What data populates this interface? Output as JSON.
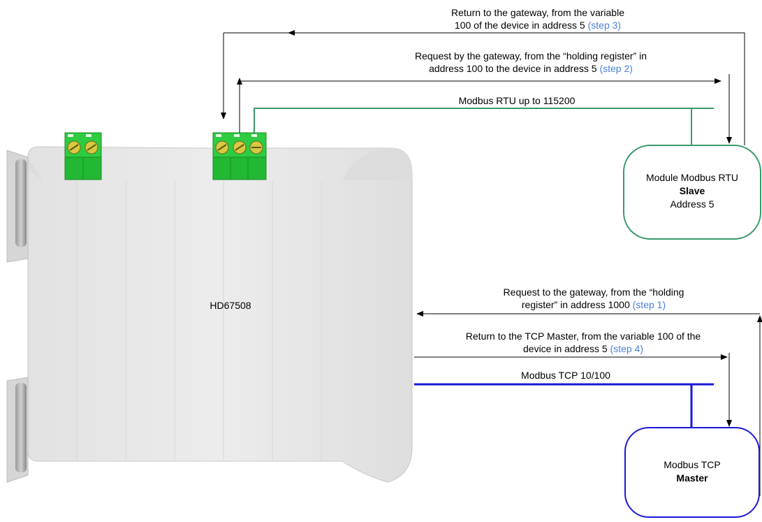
{
  "device": {
    "name": "HD67508"
  },
  "rtu_bus": {
    "label": "Modbus RTU up to 115200",
    "color": "#3a9a6a"
  },
  "tcp_bus": {
    "label": "Modbus TCP 10/100",
    "color": "#1a1ad6"
  },
  "slave_module": {
    "line1": "Module Modbus RTU",
    "line2": "Slave",
    "line3": "Address 5"
  },
  "master_module": {
    "line1": "Modbus TCP",
    "line2": "Master"
  },
  "arrows": {
    "step3": {
      "line1": "Return to the gateway, from the variable",
      "line2": "100 of the device in address 5",
      "step": "(step 3)"
    },
    "step2": {
      "line1": "Request by the gateway, from the “holding register” in",
      "line2": "address 100 to the device in address 5",
      "step": "(step 2)"
    },
    "step1": {
      "line1": "Request to the gateway, from the “holding",
      "line2": "register” in address 1000",
      "step": "(step 1)"
    },
    "step4": {
      "line1": "Return to the TCP Master, from the variable 100 of the",
      "line2": "device in address 5",
      "step": "(step 4)"
    }
  }
}
